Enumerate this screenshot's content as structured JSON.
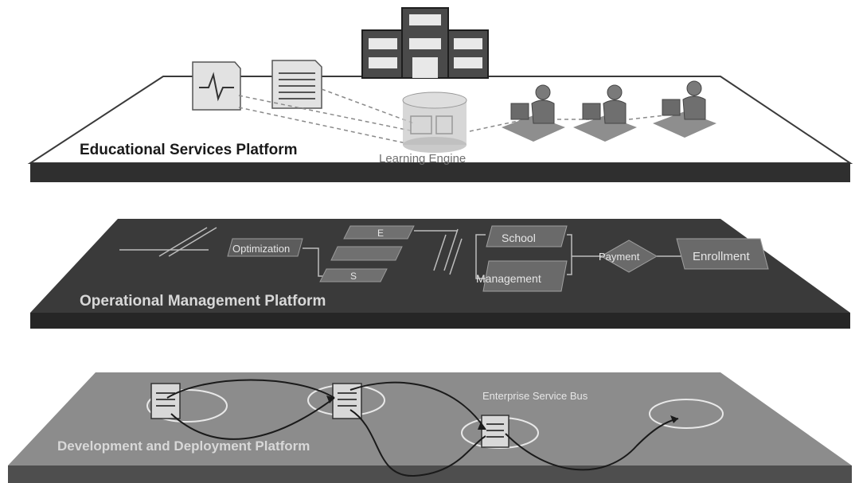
{
  "layers": {
    "educational": {
      "title": "Educational Services Platform",
      "engine_label": "Learning Engine",
      "icons": [
        "chart-document-icon",
        "text-document-icon",
        "school-building-icon",
        "database-icon",
        "user-workstation-icon",
        "user-workstation-icon",
        "user-workstation-icon"
      ]
    },
    "operational": {
      "title": "Operational Management Platform",
      "nodes": {
        "optimization": "Optimization",
        "e": "E",
        "s": "S",
        "school": "School",
        "management": "Management",
        "payment": "Payment",
        "enrollment": "Enrollment"
      }
    },
    "development": {
      "title": "Development and Deployment Platform",
      "bus_label": "Enterprise Service Bus"
    }
  },
  "colors": {
    "top_surface": "#ffffff",
    "top_edge": "#2e2e2e",
    "middle_surface": "#3a3a3a",
    "middle_edge": "#262626",
    "bottom_surface": "#8a8a8a",
    "bottom_edge": "#555555"
  }
}
